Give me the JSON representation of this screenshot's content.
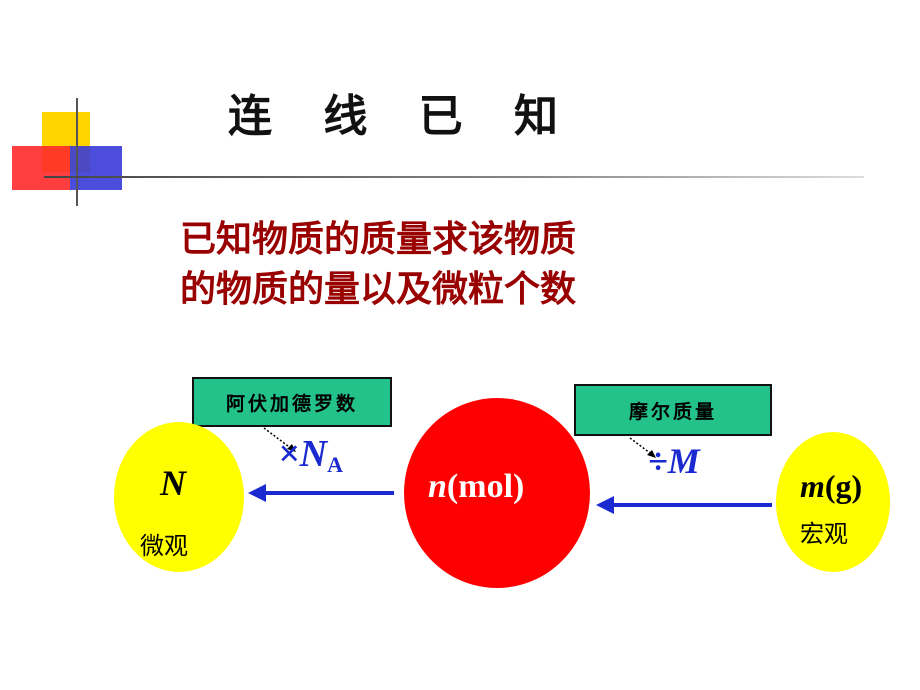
{
  "slide": {
    "title": "连 线 已 知",
    "question_line1": "已知物质的质量求该物质",
    "question_line2": "的物质的量以及微粒个数"
  },
  "diagram": {
    "left_node": {
      "symbol": "N",
      "caption": "微观",
      "color": "#ffff00"
    },
    "center_node": {
      "symbol": "n",
      "unit": "(mol)",
      "color": "#ff0000"
    },
    "right_node": {
      "symbol": "m",
      "unit": "(g)",
      "caption": "宏观",
      "color": "#ffff00"
    },
    "left_box": {
      "label": "阿伏加德罗数",
      "color": "#22c28a"
    },
    "right_box": {
      "label": "摩尔质量",
      "color": "#22c28a"
    },
    "left_operation": {
      "op": "×N",
      "sub": "A"
    },
    "right_operation": {
      "op": "÷M"
    },
    "arrow_color": "#1a2ad0",
    "title_color": "#990000"
  }
}
